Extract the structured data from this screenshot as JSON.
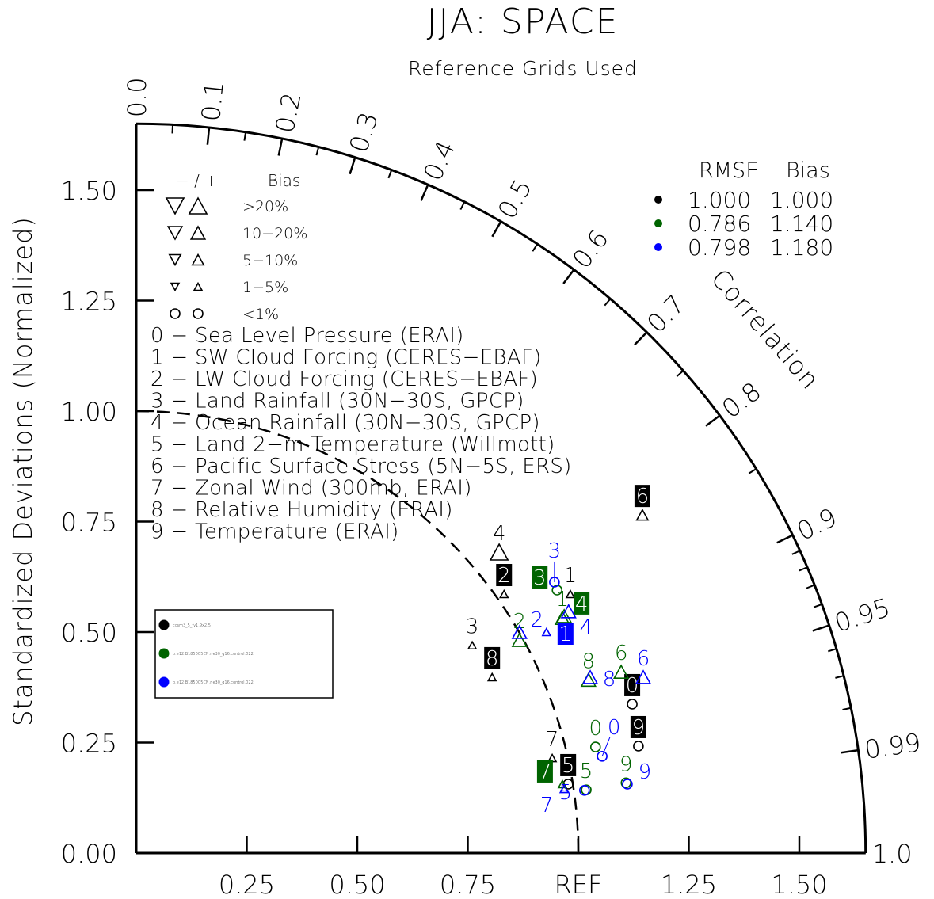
{
  "chart_data": {
    "type": "scatter",
    "subtype": "taylor-diagram",
    "title": "JJA: SPACE",
    "subtitle": "Reference Grids Used",
    "ylabel": "Standardized Deviations (Normalized)",
    "arc_label": "Correlation",
    "std_max": 1.65,
    "y_ticks": [
      {
        "v": 0.0,
        "label": "0.00"
      },
      {
        "v": 0.25,
        "label": "0.25"
      },
      {
        "v": 0.5,
        "label": "0.50"
      },
      {
        "v": 0.75,
        "label": "0.75"
      },
      {
        "v": 1.0,
        "label": "1.00"
      },
      {
        "v": 1.25,
        "label": "1.25"
      },
      {
        "v": 1.5,
        "label": "1.50"
      }
    ],
    "x_ticks": [
      {
        "v": 0.25,
        "label": "0.25"
      },
      {
        "v": 0.5,
        "label": "0.50"
      },
      {
        "v": 0.75,
        "label": "0.75"
      },
      {
        "v": 1.0,
        "label": "REF"
      },
      {
        "v": 1.25,
        "label": "1.25"
      },
      {
        "v": 1.5,
        "label": "1.50"
      }
    ],
    "corr_ticks": [
      {
        "v": 0.0,
        "label": "0.0"
      },
      {
        "v": 0.1,
        "label": "0.1"
      },
      {
        "v": 0.2,
        "label": "0.2"
      },
      {
        "v": 0.3,
        "label": "0.3"
      },
      {
        "v": 0.4,
        "label": "0.4"
      },
      {
        "v": 0.5,
        "label": "0.5"
      },
      {
        "v": 0.6,
        "label": "0.6"
      },
      {
        "v": 0.7,
        "label": "0.7"
      },
      {
        "v": 0.8,
        "label": "0.8"
      },
      {
        "v": 0.9,
        "label": "0.9"
      },
      {
        "v": 0.95,
        "label": "0.95"
      },
      {
        "v": 0.99,
        "label": "0.99"
      },
      {
        "v": 1.0,
        "label": "1.0"
      }
    ],
    "corr_minor": [
      0.05,
      0.15,
      0.25,
      0.35,
      0.45,
      0.55,
      0.65,
      0.75,
      0.85,
      0.91,
      0.92,
      0.93,
      0.94,
      0.96,
      0.97,
      0.98
    ],
    "ref_std": 1.0,
    "bias_legend": {
      "header_sign": "− / +",
      "header_bias": "Bias",
      "rows": [
        {
          "label": ">20%",
          "size": "xl"
        },
        {
          "label": "10−20%",
          "size": "lg"
        },
        {
          "label": "5−10%",
          "size": "md"
        },
        {
          "label": "1−5%",
          "size": "sm"
        },
        {
          "label": "<1%",
          "size": "circle"
        }
      ]
    },
    "stats_legend": {
      "header_rmse": "RMSE",
      "header_bias": "Bias",
      "rows": [
        {
          "color": "#000000",
          "rmse": "1.000",
          "bias": "1.000"
        },
        {
          "color": "#006400",
          "rmse": "0.786",
          "bias": "1.140"
        },
        {
          "color": "#0000ff",
          "rmse": "0.798",
          "bias": "1.180"
        }
      ]
    },
    "cases": [
      {
        "name": "ccsm3_5_fv1.9x2.5",
        "color": "#000000"
      },
      {
        "name": "b.e12.B1850C5CN.ne30_g16.control.022",
        "color": "#006400"
      },
      {
        "name": "b.e12.B1850C5CN.ne30_g16.control.022",
        "color": "#0000ff"
      }
    ],
    "variables": [
      "0 − Sea Level Pressure (ERAI)",
      "1 − SW Cloud Forcing (CERES−EBAF)",
      "2 − LW Cloud Forcing (CERES−EBAF)",
      "3 − Land Rainfall (30N−30S, GPCP)",
      "4 − Ocean Rainfall (30N−30S, GPCP)",
      "5 − Land 2−m Temperature (Willmott)",
      "6 − Pacific Surface Stress (5N−5S, ERS)",
      "7 − Zonal Wind (300mb, ERAI)",
      "8 − Relative Humidity (ERAI)",
      "9 − Temperature (ERAI)"
    ],
    "series": [
      {
        "case": 0,
        "points": [
          {
            "id": "0",
            "x": 1.122,
            "y": 0.337,
            "marker": "circle",
            "boxed": true
          },
          {
            "id": "1",
            "x": 0.982,
            "y": 0.586,
            "marker": "sm",
            "boxed": false
          },
          {
            "id": "2",
            "x": 0.832,
            "y": 0.586,
            "marker": "sm",
            "boxed": true
          },
          {
            "id": "3",
            "x": 0.76,
            "y": 0.47,
            "marker": "sm",
            "boxed": false
          },
          {
            "id": "4",
            "x": 0.821,
            "y": 0.681,
            "marker": "xl",
            "boxed": false
          },
          {
            "id": "5",
            "x": 0.977,
            "y": 0.156,
            "marker": "circle",
            "boxed": true
          },
          {
            "id": "6",
            "x": 1.145,
            "y": 0.765,
            "marker": "md",
            "boxed": true
          },
          {
            "id": "7",
            "x": 0.941,
            "y": 0.215,
            "marker": "sm",
            "boxed": false
          },
          {
            "id": "8",
            "x": 0.805,
            "y": 0.398,
            "marker": "sm",
            "boxed": true
          },
          {
            "id": "9",
            "x": 1.136,
            "y": 0.242,
            "marker": "circle",
            "boxed": true
          }
        ]
      },
      {
        "case": 1,
        "points": [
          {
            "id": "0",
            "x": 1.039,
            "y": 0.24,
            "marker": "circle",
            "boxed": false
          },
          {
            "id": "1",
            "x": 0.964,
            "y": 0.532,
            "marker": "lg",
            "boxed": false
          },
          {
            "id": "2",
            "x": 0.867,
            "y": 0.482,
            "marker": "lg",
            "boxed": false
          },
          {
            "id": "3",
            "x": 0.952,
            "y": 0.595,
            "marker": "circle",
            "boxed": true
          },
          {
            "id": "4",
            "x": 0.968,
            "y": 0.536,
            "marker": "lg",
            "boxed": true
          },
          {
            "id": "5",
            "x": 1.018,
            "y": 0.143,
            "marker": "circle",
            "boxed": false
          },
          {
            "id": "6",
            "x": 1.097,
            "y": 0.41,
            "marker": "lg",
            "boxed": false
          },
          {
            "id": "7",
            "x": 0.964,
            "y": 0.156,
            "marker": "sm",
            "boxed": true
          },
          {
            "id": "8",
            "x": 1.023,
            "y": 0.392,
            "marker": "lg",
            "boxed": false
          },
          {
            "id": "9",
            "x": 1.108,
            "y": 0.159,
            "marker": "circle",
            "boxed": false
          }
        ]
      },
      {
        "case": 2,
        "points": [
          {
            "id": "0",
            "x": 1.054,
            "y": 0.219,
            "marker": "circle",
            "boxed": false
          },
          {
            "id": "1",
            "x": 0.928,
            "y": 0.5,
            "marker": "sm",
            "boxed": true
          },
          {
            "id": "2",
            "x": 0.867,
            "y": 0.5,
            "marker": "lg",
            "boxed": false
          },
          {
            "id": "3",
            "x": 0.946,
            "y": 0.613,
            "marker": "circle",
            "boxed": false
          },
          {
            "id": "4",
            "x": 0.978,
            "y": 0.547,
            "marker": "lg",
            "boxed": false
          },
          {
            "id": "5",
            "x": 1.014,
            "y": 0.142,
            "marker": "circle",
            "boxed": false
          },
          {
            "id": "6",
            "x": 1.147,
            "y": 0.398,
            "marker": "lg",
            "boxed": false
          },
          {
            "id": "7",
            "x": 0.968,
            "y": 0.145,
            "marker": "sm",
            "boxed": false
          },
          {
            "id": "8",
            "x": 1.027,
            "y": 0.398,
            "marker": "lg",
            "boxed": false
          },
          {
            "id": "9",
            "x": 1.111,
            "y": 0.156,
            "marker": "circle",
            "boxed": false
          }
        ]
      }
    ]
  }
}
